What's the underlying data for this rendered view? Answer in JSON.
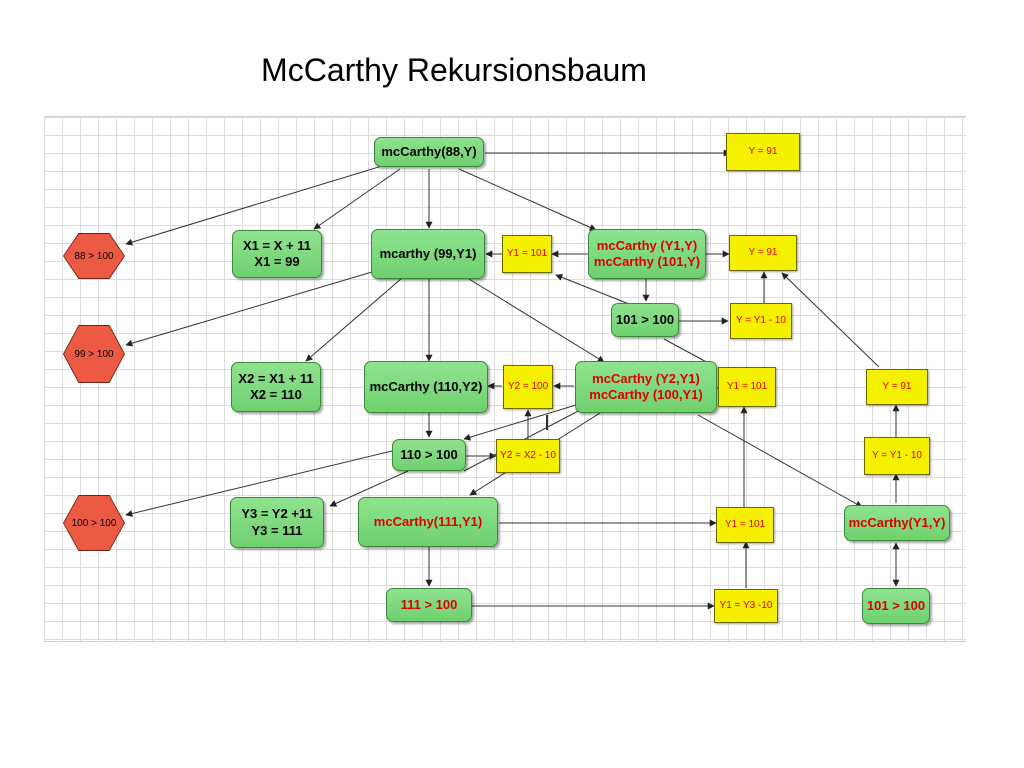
{
  "title": "McCarthy Rekursionsbaum",
  "colors": {
    "green_node": "#7fdc7f",
    "yellow_node": "#f5f000",
    "red_hexagon": "#ec5a44",
    "red_text": "#e00000",
    "grid": "#dcdcdc"
  },
  "nodes": {
    "mc88": "mcCarthy(88,Y)",
    "y91_top": "Y = 91",
    "hex88": "88 > 100",
    "x1_l1": "X1 = X + 11",
    "x1_l2": "X1 = 99",
    "mc99": "mcarthy (99,Y1)",
    "y1_101_a": "Y1 = 101",
    "mcY1_l1": "mcCarthy (Y1,Y)",
    "mcY1_l2": "mcCarthy (101,Y)",
    "y91_mid": "Y = 91",
    "c101": "101 > 100",
    "yY1m10": "Y = Y1 - 10",
    "hex99": "99 > 100",
    "x2_l1": "X2 = X1 + 11",
    "x2_l2": "X2 = 110",
    "mc110": "mcCarthy (110,Y2)",
    "y2_100": "Y2 = 100",
    "mcY2_l1": "mcCarthy (Y2,Y1)",
    "mcY2_l2": "mcCarthy (100,Y1)",
    "y1_101_b": "Y1 = 101",
    "y91_right": "Y = 91",
    "c110": "110 > 100",
    "y2_x2m10": "Y2 = X2 - 10",
    "yY1m10_right": "Y = Y1 - 10",
    "hex100": "100 > 100",
    "y3_l1": "Y3 = Y2 +11",
    "y3_l2": "Y3 = 111",
    "mc111": "mcCarthy(111,Y1)",
    "y1_101_c": "Y1 = 101",
    "mcY1Y_right": "mcCarthy(Y1,Y)",
    "c111": "111 > 100",
    "y1_y3m10": "Y1 = Y3 -10",
    "c101_right": "101 > 100"
  }
}
